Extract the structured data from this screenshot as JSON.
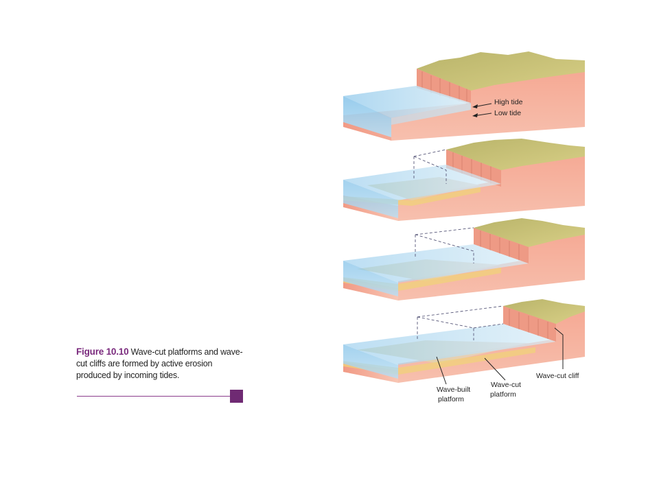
{
  "caption": {
    "figure_label": "Figure 10.10",
    "text": " Wave-cut platforms and wave-cut cliffs are formed by active erosion produced by incoming tides."
  },
  "labels": {
    "high_tide": "High tide",
    "low_tide": "Low tide",
    "wave_built_line1": "Wave-built",
    "wave_built_line2": "platform",
    "wave_cut_line1": "Wave-cut",
    "wave_cut_line2": "platform",
    "wave_cut_cliff": "Wave-cut cliff"
  },
  "colors": {
    "water": "#a9d4ee",
    "rock": "#f2a28c",
    "grass": "#c8c07a",
    "accent": "#6f2a73"
  }
}
